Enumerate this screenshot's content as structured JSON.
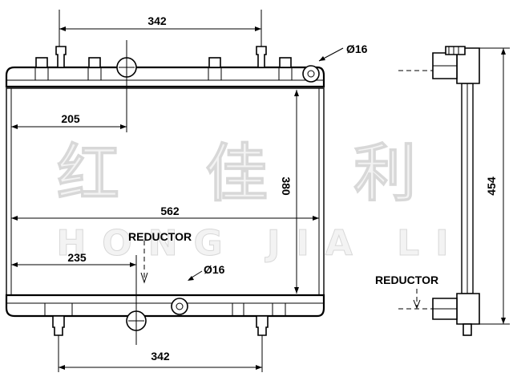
{
  "watermark": {
    "chinese": "红 佳 利",
    "latin": "HONG JIA LI"
  },
  "dimensions": {
    "top_pipe_spacing": "342",
    "bottom_pipe_spacing": "342",
    "core_width": "562",
    "core_height": "380",
    "overall_height": "454",
    "left_offset_upper": "205",
    "left_offset_lower": "235",
    "top_diameter": "Ø16",
    "bottom_diameter": "Ø16"
  },
  "labels": {
    "reductor_front": "REDUCTOR",
    "reductor_side": "REDUCTOR"
  }
}
